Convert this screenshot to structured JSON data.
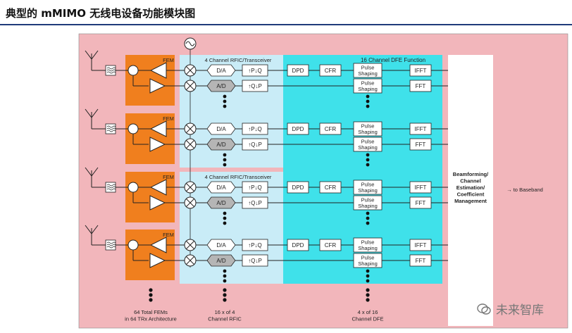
{
  "page": {
    "title": "典型的 mMIMO 无线电设备功能模块图"
  },
  "diagram": {
    "fem_label": "FEM",
    "rfic_label": "4 Channel RFIC/Transceiver",
    "dfe_label": "16 Channel DFE Function",
    "da_label": "D/A",
    "ad_label": "A/D",
    "tx_iq_label": "↑P↓Q",
    "rx_iq_label": "↑Q↓P",
    "dpd_label": "DPD",
    "cfr_label": "CFR",
    "pulse_label_1": "Pulse",
    "pulse_label_2": "Shaping",
    "ifft_label": "IFFT",
    "fft_label": "FFT",
    "bf_lines": [
      "Beamforming/",
      "Channel",
      "Estimation/",
      "Coefficient",
      "Management"
    ],
    "baseband_label": "→ to Baseband",
    "fem_summary": [
      "64 Total FEMs",
      "in 64 TRx Architecture"
    ],
    "rfic_summary": [
      "16 x of 4",
      "Channel RFIC"
    ],
    "dfe_summary": [
      "4 x of 16",
      "Channel DFE"
    ]
  },
  "watermark": {
    "text": "未来智库"
  },
  "colors": {
    "background": "#f2b6bb",
    "fem": "#f07f1e",
    "rfic": "#c9ecf7",
    "dfe": "#3fe1ea",
    "block": "#ffffff",
    "ad_block": "#b5b5b5"
  }
}
